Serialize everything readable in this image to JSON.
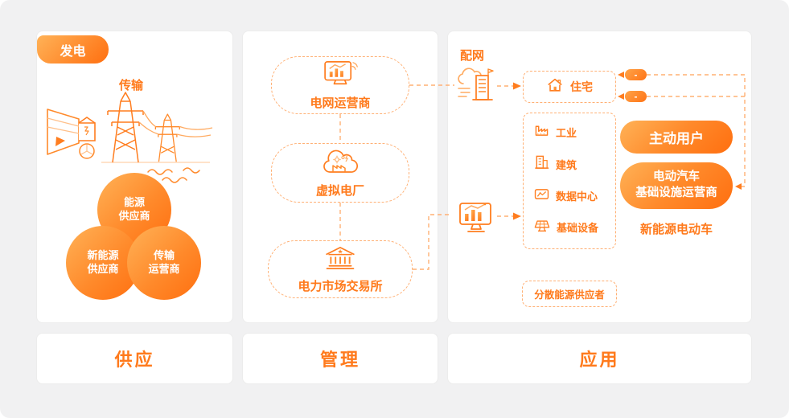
{
  "colors": {
    "accent": "#ff7a1c",
    "dash": "#ffb074",
    "gradient_start": "#ffb257",
    "gradient_end": "#ff6f10"
  },
  "supply": {
    "generation_badge": "发电",
    "transmission_label": "传输",
    "illustration": "hydro-dam-and-transmission-towers",
    "suppliers": [
      {
        "line1": "能源",
        "line2": "供应商"
      },
      {
        "line1": "新能源",
        "line2": "供应商"
      },
      {
        "line1": "传输",
        "line2": "运营商"
      }
    ],
    "footer": "供应"
  },
  "management": {
    "nodes": [
      {
        "label": "电网运营商",
        "icon": "monitor-chart-icon"
      },
      {
        "label": "虚拟电厂",
        "icon": "cloud-factory-icon"
      },
      {
        "label": "电力市场交易所",
        "icon": "bank-icon"
      }
    ],
    "footer": "管理"
  },
  "application": {
    "grid_label": "配网",
    "residence_label": "住宅",
    "collapse_buttons": [
      "-",
      "-"
    ],
    "loads": [
      {
        "label": "工业",
        "icon": "factory-icon"
      },
      {
        "label": "建筑",
        "icon": "building-icon"
      },
      {
        "label": "数据中心",
        "icon": "data-center-icon"
      },
      {
        "label": "基础设备",
        "icon": "solar-panel-icon"
      }
    ],
    "active_user_label": "主动用户",
    "ev_operator": {
      "line1": "电动汽车",
      "line2": "基础设施运营商"
    },
    "ev_note": "新能源电动车",
    "distributed_label": "分散能源供应者",
    "footer": "应用"
  }
}
